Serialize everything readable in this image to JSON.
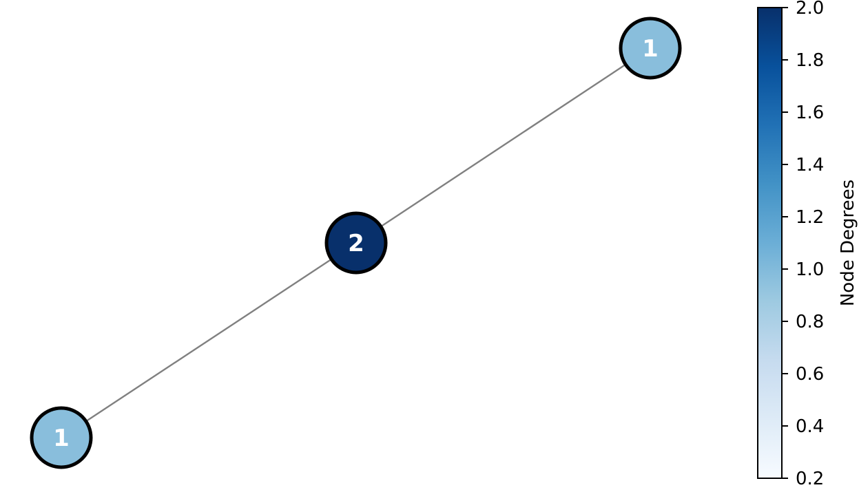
{
  "graph": {
    "nodes": [
      {
        "id": "n1",
        "label": "1",
        "degree": 1,
        "color": "#89bedc"
      },
      {
        "id": "n2",
        "label": "2",
        "degree": 2,
        "color": "#08306b"
      },
      {
        "id": "n3",
        "label": "1",
        "degree": 1,
        "color": "#89bedc"
      }
    ],
    "edges": [
      {
        "source": "n1",
        "target": "n2"
      },
      {
        "source": "n2",
        "target": "n3"
      }
    ],
    "edge_color": "#808080",
    "node_border_color": "#000000",
    "label_color": "#ffffff"
  },
  "colorbar": {
    "title": "Node Degrees",
    "colormap": "Blues",
    "range": [
      0.2,
      2.0
    ],
    "ticks": [
      "0.2",
      "0.4",
      "0.6",
      "0.8",
      "1.0",
      "1.2",
      "1.4",
      "1.6",
      "1.8",
      "2.0"
    ],
    "colors": [
      "#f7fbff",
      "#deebf7",
      "#c6dbef",
      "#9ecae1",
      "#6baed6",
      "#4292c6",
      "#2171b5",
      "#08519c",
      "#08306b"
    ]
  }
}
